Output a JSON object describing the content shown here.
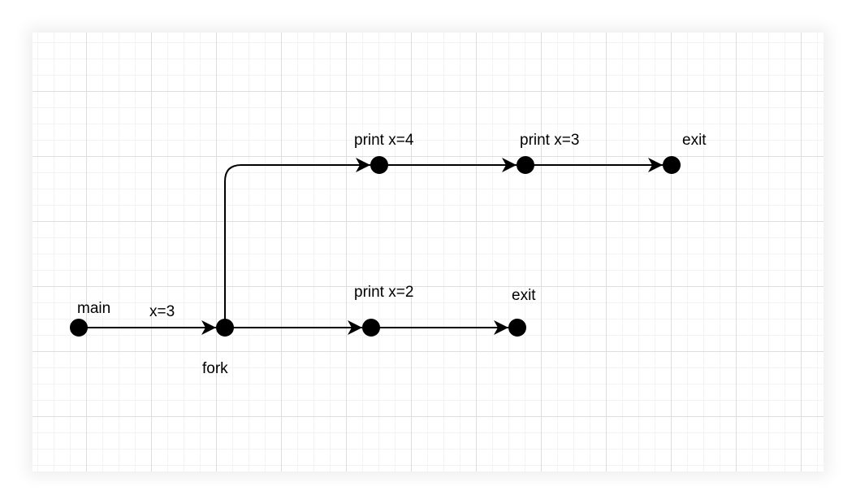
{
  "diagram": {
    "type": "process-fork-flow",
    "colors": {
      "line": "#000000",
      "node": "#000000",
      "grid_major": "#dedede",
      "grid_minor": "#f3f3f3",
      "background": "#ffffff"
    },
    "nodes": [
      {
        "id": "main",
        "label": "main",
        "label_pos": "above"
      },
      {
        "id": "fork",
        "label": "fork",
        "label_pos": "below"
      },
      {
        "id": "print4",
        "label": "print x=4",
        "label_pos": "above"
      },
      {
        "id": "print3",
        "label": "print x=3",
        "label_pos": "above"
      },
      {
        "id": "exit_parent",
        "label": "exit",
        "label_pos": "above-right"
      },
      {
        "id": "print2",
        "label": "print x=2",
        "label_pos": "above"
      },
      {
        "id": "exit_child",
        "label": "exit",
        "label_pos": "above"
      }
    ],
    "edges": [
      {
        "from": "main",
        "to": "fork",
        "label": "x=3"
      },
      {
        "from": "fork",
        "to": "print4",
        "label": ""
      },
      {
        "from": "print4",
        "to": "print3",
        "label": ""
      },
      {
        "from": "print3",
        "to": "exit_parent",
        "label": ""
      },
      {
        "from": "fork",
        "to": "print2",
        "label": ""
      },
      {
        "from": "print2",
        "to": "exit_child",
        "label": ""
      }
    ]
  }
}
